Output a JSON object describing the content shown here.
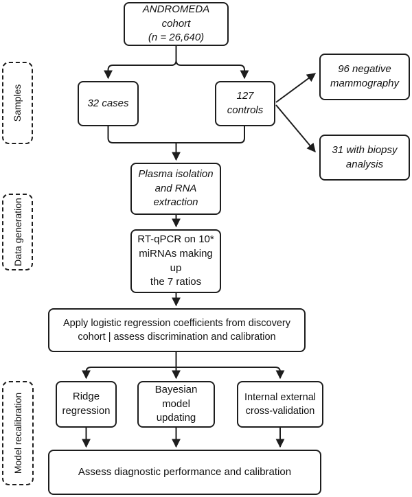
{
  "nodes": {
    "andromeda": {
      "label": "ANDROMEDA cohort\n(n = 26,640)"
    },
    "cases": {
      "label": "32 cases"
    },
    "controls": {
      "label": "127 controls"
    },
    "negative_mammography": {
      "label": "96 negative\nmammography"
    },
    "biopsy_analysis": {
      "label": "31 with biopsy\nanalysis"
    },
    "plasma_isolation": {
      "label": "Plasma isolation\nand RNA extraction"
    },
    "rt_qpcr": {
      "label": "RT-qPCR on 10*\nmiRNAs making up\nthe 7 ratios"
    },
    "apply_logistic": {
      "label": "Apply logistic regression coefficients from discovery\ncohort | assess discrimination and calibration"
    },
    "ridge": {
      "label": "Ridge\nregression"
    },
    "bayesian": {
      "label": "Bayesian model\nupdating"
    },
    "internal_external": {
      "label": "Internal external\ncross-validation"
    },
    "assess": {
      "label": "Assess diagnostic performance and calibration"
    }
  },
  "stages": [
    "Samples",
    "Data generation",
    "Model recalibration"
  ],
  "colors": {
    "stroke": "#1d1d1d",
    "background": "#ffffff"
  }
}
